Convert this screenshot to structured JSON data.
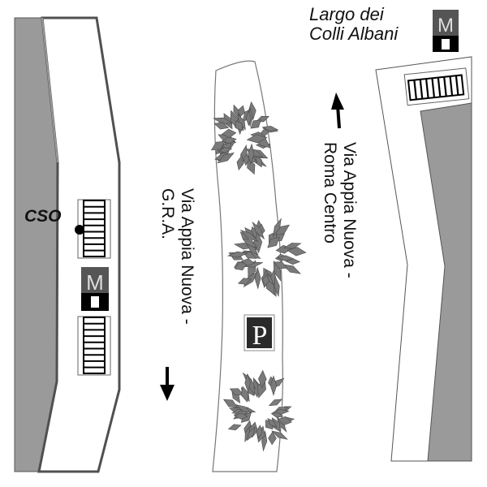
{
  "map": {
    "labels": {
      "largo_line1": "Largo dei",
      "largo_line2": "Colli Albani",
      "cso": "CSO",
      "southbound_line1": "Via Appia Nuova -",
      "southbound_line2": "G.R.A.",
      "northbound_line1": "Via Appia Nuova -",
      "northbound_line2": "Roma Centro"
    },
    "icons": {
      "metro": "metro-icon",
      "parking": "parking-icon",
      "crosswalk": "crosswalk-icon",
      "tree": "tree-icon",
      "arrow_north": "arrow-up-icon",
      "arrow_south": "arrow-down-icon",
      "stop_marker": "stop-dot-icon"
    },
    "metro_letter": "M",
    "parking_letter": "P",
    "colors": {
      "building_gray": "#9a9a9a",
      "outline_dark": "#505050",
      "sign_dark": "#3a3a3a",
      "tree_fill": "#7a7a7a",
      "text": "#111111"
    }
  }
}
